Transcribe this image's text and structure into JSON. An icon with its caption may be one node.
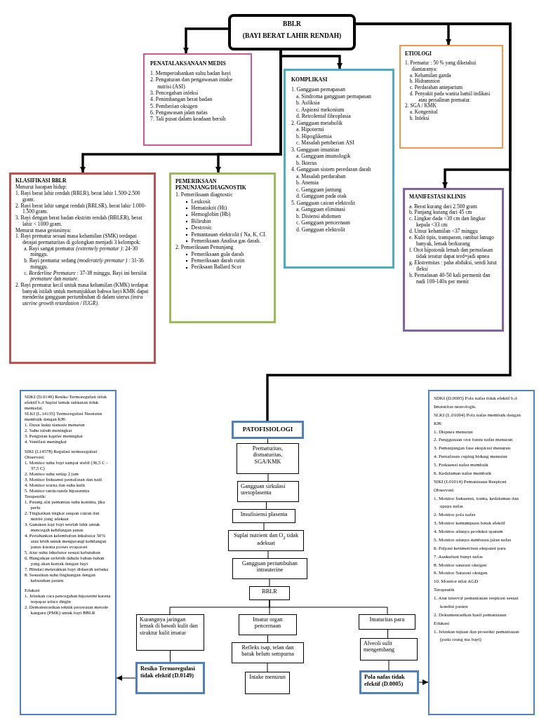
{
  "diagram": {
    "nodes": [
      {
        "text": [
          "BBLR",
          "(BAYI BERAT LAHIR RENDAH)"
        ]
      },
      {
        "text": [
          "PENATALAKSANAAN MEDIS",
          "1. Mempertahankan suhu badan bayi",
          "2. Pengaturan dan pengawasan intake nutrisi (ASI)",
          "3. Pencegahan infeksi",
          "4. Penimbangan berat badan",
          "5. Pemberian oksigen",
          "6. Pengawasan jalan nafas",
          "7. Tali pusat dalam keadaan bersih"
        ]
      },
      {
        "text": [
          "KOMPLIKASI",
          "1. Gangguan pernapasan",
          "a. Sindroma gangguan pernapasan",
          "b. Asfiksia",
          "c. Aspirasi mekonium",
          "d. Retrolental fibroplasia",
          "2. Gangguan metabolik",
          "a. Hipotermi",
          "b. Hipoglikemia",
          "c. Masalah pemberian ASI",
          "3. Gangguan imunitas",
          "a. Gangguan imunologik",
          "b. Ikterus",
          "4. Gangguan sistem peredaran darah",
          "a. Masalah perdarahan",
          "b. Anemia",
          "c. Gangguan jantung",
          "d. Gangguan pada otak",
          "5. Gangguan cairan elektrolit",
          "a. Gangguan eliminasi",
          "b. Distensi abdomen",
          "c. Gangguan pencernaan",
          "d. Gangguan elektrolit"
        ]
      },
      {
        "text": [
          "ETIOLOGI",
          "1. Prematur : 50 % yang diketahui diantaranya:",
          "a. Kehamilan ganda",
          "b. Hidramnion",
          "c. Perdarahan antepartum",
          "d. Penyakit pada wanita hamil indikasi atau persalinan prematur.",
          "2. SGA / KMK",
          "a. Kongenital",
          "b. Infeksi"
        ]
      },
      {
        "text": [
          "KLASIFIKASI BBLR",
          "Menurut harapan hidup:",
          "1. Bayi berat lahir rendah (BBLR), berat lahir 1.500-2.500 gram.",
          "2. Bayi berat lahir sangat rendah (BBLSR), berat lahir 1.000-1.500 gram.",
          "3. Bayi dengan berat badan ekstrim rendah (BBLER), berat lahir < 1000 gram.",
          "Menurut masa gestasinya:",
          "1. Bayi prematur sesuai masa kehamilan (SMK) terdapat derajat prematuritas di golongkan menjadi 3 kelompok:",
          "a. Bayi sangat prematur *(extremely prematur )*: 24-30 minggu.",
          "b. Bayi prematur sedang *(moderately prematur )* : 31-36 minggu.",
          "c. *Borderline Premature* : 37-38 minggu. Bayi ini bersifat *premature* dan *mature*.",
          "2. Bayi prematur kecil untuk masa kehamilan (KMK) terdapat banyak istilah untuk menunjukkan bahwa bayi KMK dapat menderita gangguan pertumbuhan di dalam uterus *(intra uterine growth retardation / IUGR)*."
        ]
      },
      {
        "text": [
          "PEMERIKSAAN PENUNJANG/DIAGNOSTIK",
          "1. Pemeriksaan diagnostic",
          "Leukosit",
          "Hematokrit (Ht)",
          "Hemoglobin (Hb)",
          "Bilirubin",
          "Destrosic",
          "Pemantauan elektrolit ( Na, K, CI.",
          "Pemeriksaan Analisa gas darah.",
          "2. Pemeriksaan Penunjang",
          "Pemeriksaan gula darah",
          "Pemeriksaan darah rutin",
          "Periksaan Ballard Scor"
        ]
      },
      {
        "text": [
          "MANIFESTASI KLINIS",
          "a. Berat kurang dari 2.500 gram",
          "b. Panjang kurang dari 45 cm",
          "c. Lingkar dada <30 cm dan lingkar kepala <33 cm",
          "d. Umur kehamilan <37 minggu",
          "e. Kulit tipis, transparan, rambut lanugo banyak, lemak berkurang",
          "f. Otot hipotonik lemah dan pernafasan tidak teratur dapat terd=jadi apnea",
          "g. Ekstremitas : paha abduksi, sendi lutut fleksi",
          "h. Pernafasan 40-50 kali permenit dan nadi 100-140x per menit"
        ]
      },
      {
        "text": [
          "SDKI (D.0149) Resiko Termoregulasi tidak efektif b.d Suplai lemak subkutan tidak memadai.",
          "SLKI (L.14135) Termoregulasi Neonatus membaik dengan KH:",
          "1. Dasar kuku sianosis menurun",
          "2. Suhu tubuh meningkat",
          "3. Pengisian kapiler meningkat",
          "4. Ventilasi meningkat",
          "SIKI (I.14578) Regulasi termoregulasi",
          "Observasi:",
          "1. Monitor suhu bayi sampai stabil (36,5 C - 37,5 C)",
          "2. Monitor suhu setiap 2 jam",
          "3. Monitor frekuensi pernafasan dan nadi",
          "4. Monitor warna dan suhu kulit",
          "5. Monitor tanda-tanda hipotermia",
          "Terapeutik:",
          "1. Pasang alat pemantau suhu kontinu, jika perlu",
          "2. Tingkatkan tingkat asupan cairan dan nutrisi yang adekuat",
          "3. Gunakan topi bayi setelah lahir untuk mencegah kehilangan panas",
          "4. Pertahankan kelembaban inkubator 50% atau lebih untuk mengurangi kehilangan panas karena proses evaporasi",
          "5. Atur suhu inkubator sesuai kebutuhan",
          "6. Hangatkan terlebih dahulu bahan-bahan yang akan kontak dengan bayi",
          "7. Hindari meletakkan bayi didaerah terbuka",
          "8. Sesuaikan suhu lingkungan dengan kebutuhan pasien",
          "Edukasi",
          "1. Jelaskan cara pencegahan hipotermi karena terpapar udara dingin",
          "2. Demonstrasikan teknik perawatan metode kanguru (PMK) untuk bayi BBLR"
        ]
      },
      {
        "text": [
          "PATOFISIOLOGI"
        ]
      },
      {
        "text": [
          "SDKI (D.0005) Pola nafas tidak efektif b.d Imaturitas neurologis.",
          "SLKI (L.01004) Pola nafas membaik dengan KH:",
          "1. Dispnea menurun",
          "2. Penggunaan otot bantu nafas menurun",
          "3. Pemanjangan fase ekspirasi menurun",
          "4. Pernafasan cuping hidung menurun",
          "5. Frekuensi nafas membaik",
          "6. Kedalaman nafas membaik",
          "SIKI (I.01014) Pemantauan Respirasi",
          "Observasi:",
          "1. Monitor frekuensi, irama, kedalaman dan upaya nafas",
          "2. Monitor pola nafas",
          "3. Monitor kemampuan batuk efektif",
          "4. Monitor adanya produksi sputum",
          "5. Monitor adanya sumbatan jalan nafas",
          "6. Palpasi kesimetrisan ekspansi paru",
          "7. Auskultasi bunyi nafas",
          "8. Monitor saturasi oksigen",
          "9. Monitor Saturasi oksigen",
          "10. Monitor nilai AGD",
          "Terapeutik",
          "1. Atur interval pemantauan respirasi sesuai kondisi pasien",
          "2. Dokumentasikan hasil pemantauan",
          "Edukasi",
          "1. Jelaskan tujuan dan prosedur pemantauan (pada orang tua bayi)"
        ]
      },
      {
        "text": [
          "Prematuritas, dismaturitas, SGA/KMK"
        ]
      },
      {
        "text": [
          "Gangguan sirkulasi uretoplasenta"
        ]
      },
      {
        "text": [
          "Insufisiensi plasenta"
        ]
      },
      {
        "text": [
          "Suplai nutrient dan O$_{2}$ tidak adekuat"
        ]
      },
      {
        "text": [
          "Gangguan pertumbuhan intrauterine"
        ]
      },
      {
        "text": [
          "BBLR"
        ]
      },
      {
        "text": [
          "Kurangnya jaringan lemak di bawah kulit dan struktur kulit imatur"
        ]
      },
      {
        "text": [
          "Imatur organ pencernaan"
        ]
      },
      {
        "text": [
          "Imaturitas paru"
        ]
      },
      {
        "text": [
          "Refleks isap, telan dan batuk belum sempurna"
        ]
      },
      {
        "text": [
          "Alveoli sulit mengembang"
        ]
      },
      {
        "text": [
          "Resiko Termoregulasi tidak efektif (D.0149)"
        ]
      },
      {
        "text": [
          "Intake menurun"
        ]
      },
      {
        "text": [
          "Pola nafas tidak efektif (D.0005)"
        ]
      }
    ],
    "edges": [
      {
        "from": 0,
        "to": 1,
        "arrow": "to",
        "style": "thick"
      },
      {
        "from": 0,
        "to": 2,
        "arrow": "to",
        "style": "thick"
      },
      {
        "from": 0,
        "to": 3,
        "arrow": "to",
        "style": "thick"
      },
      {
        "from": 0,
        "to": 4,
        "arrow": "to",
        "style": "thick"
      },
      {
        "from": 0,
        "to": 5,
        "arrow": "to",
        "style": "thick"
      },
      {
        "from": 0,
        "to": 6,
        "arrow": "to",
        "style": "thick"
      },
      {
        "from": 0,
        "to": 8,
        "arrow": "none",
        "style": "thick"
      },
      {
        "from": 8,
        "to": 10,
        "arrow": "none"
      },
      {
        "from": 10,
        "to": 11,
        "arrow": "none"
      },
      {
        "from": 11,
        "to": 12,
        "arrow": "none"
      },
      {
        "from": 12,
        "to": 13,
        "arrow": "none"
      },
      {
        "from": 13,
        "to": 14,
        "arrow": "none"
      },
      {
        "from": 14,
        "to": 15,
        "arrow": "none"
      },
      {
        "from": 15,
        "to": 16,
        "arrow": "none"
      },
      {
        "from": 15,
        "to": 17,
        "arrow": "none"
      },
      {
        "from": 15,
        "to": 18,
        "arrow": "none"
      },
      {
        "from": 16,
        "to": 21,
        "arrow": "none"
      },
      {
        "from": 17,
        "to": 19,
        "arrow": "none"
      },
      {
        "from": 19,
        "to": 22,
        "arrow": "none"
      },
      {
        "from": 18,
        "to": 20,
        "arrow": "none"
      },
      {
        "from": 20,
        "to": 23,
        "arrow": "none"
      },
      {
        "from": 21,
        "to": 7,
        "arrow": "to"
      },
      {
        "from": 23,
        "to": 9,
        "arrow": "to"
      }
    ]
  }
}
